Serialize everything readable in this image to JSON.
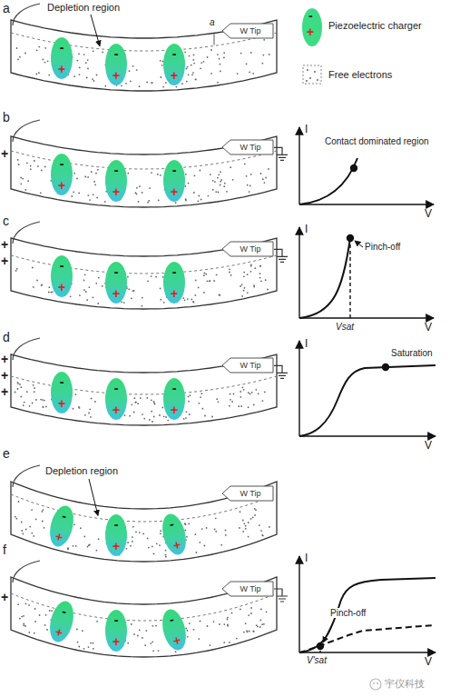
{
  "diagram": {
    "nodes": [
      {
        "text": [
          "-",
          "+"
        ]
      },
      {
        "text": [
          "-",
          "+"
        ]
      },
      {
        "text": [
          "-",
          "+"
        ]
      },
      {
        "text": [
          "W Tip"
        ]
      },
      {
        "text": [
          "-",
          "+"
        ]
      },
      {
        "text": [
          "-",
          "+"
        ]
      },
      {
        "text": [
          "-",
          "+"
        ]
      },
      {
        "text": [
          "W Tip"
        ]
      },
      {
        "text": [
          "-",
          "+"
        ]
      },
      {
        "text": [
          "-",
          "+"
        ]
      },
      {
        "text": [
          "-",
          "+"
        ]
      },
      {
        "text": [
          "W Tip"
        ]
      },
      {
        "text": [
          "-",
          "+"
        ]
      },
      {
        "text": [
          "-",
          "+"
        ]
      },
      {
        "text": [
          "-",
          "+"
        ]
      },
      {
        "text": [
          "W Tip"
        ]
      },
      {
        "text": [
          "-",
          "+"
        ]
      },
      {
        "text": [
          "-",
          "+"
        ]
      },
      {
        "text": [
          "-",
          "+"
        ]
      },
      {
        "text": [
          "W Tip"
        ]
      },
      {
        "text": [
          "-",
          "+"
        ]
      },
      {
        "text": [
          "-",
          "+"
        ]
      },
      {
        "text": [
          "-",
          "+"
        ]
      },
      {
        "text": [
          "W Tip"
        ]
      }
    ],
    "labels": [
      "a",
      "Depletion region",
      "a",
      "-",
      "+",
      "b",
      "+",
      "I",
      "V",
      "Contact dominated region",
      "c",
      "+",
      "+",
      "I",
      "V",
      "Pinch-off",
      "Vsat",
      "d",
      "+",
      "+",
      "+",
      "I",
      "V",
      "Saturation",
      "e",
      "Depletion region",
      "f",
      "+",
      "I",
      "V",
      "Pinch-off",
      "V'sat",
      "宇仪科技"
    ],
    "legend": [
      {
        "text": "Piezoelectric charger",
        "color": "#3ddc84"
      },
      {
        "text": "Free electrons"
      }
    ]
  }
}
